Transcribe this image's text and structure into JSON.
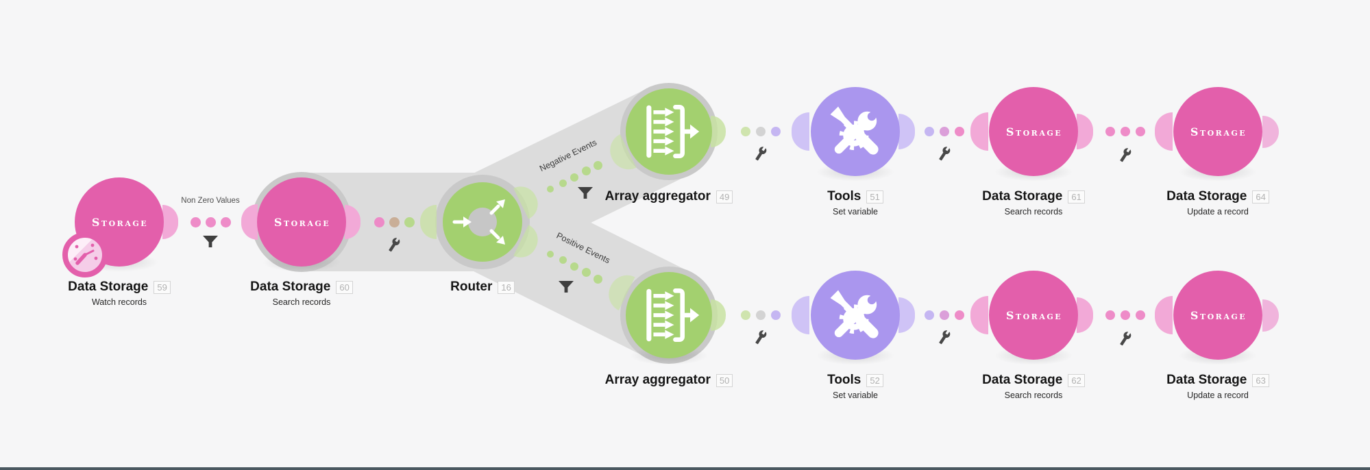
{
  "scene": {
    "background": "#f6f6f7",
    "bottom_bar_color": "#4a5860"
  },
  "palette": {
    "pink": "#e35fab",
    "pink_light": "#f2a9d7",
    "pink_dot": "#ee8cc8",
    "green": "#a3d06f",
    "green_light": "#c8e2a2",
    "green_dot": "#b7d98c",
    "purple": "#aa96ee",
    "purple_light": "#cfc3f6",
    "purple_dot": "#c5b6f2",
    "route_band": "#dcdcdc",
    "module_ring": "#c9c9c9",
    "icon_dark": "#484848"
  },
  "labels": {
    "non_zero": "Non Zero Values",
    "negative": "Negative Events",
    "positive": "Positive Events"
  },
  "modules": [
    {
      "title": "Data Storage",
      "badge": "59",
      "subtitle": "Watch records",
      "circle_text": "Storage"
    },
    {
      "title": "Data Storage",
      "badge": "60",
      "subtitle": "Search records",
      "circle_text": "Storage"
    },
    {
      "title": "Router",
      "badge": "16"
    },
    {
      "title": "Array aggregator",
      "badge": "49"
    },
    {
      "title": "Tools",
      "badge": "51",
      "subtitle": "Set variable"
    },
    {
      "title": "Data Storage",
      "badge": "61",
      "subtitle": "Search records",
      "circle_text": "Storage"
    },
    {
      "title": "Data Storage",
      "badge": "64",
      "subtitle": "Update a record",
      "circle_text": "Storage"
    },
    {
      "title": "Array aggregator",
      "badge": "50"
    },
    {
      "title": "Tools",
      "badge": "52",
      "subtitle": "Set variable"
    },
    {
      "title": "Data Storage",
      "badge": "62",
      "subtitle": "Search records",
      "circle_text": "Storage"
    },
    {
      "title": "Data Storage",
      "badge": "63",
      "subtitle": "Update a record",
      "circle_text": "Storage"
    }
  ]
}
